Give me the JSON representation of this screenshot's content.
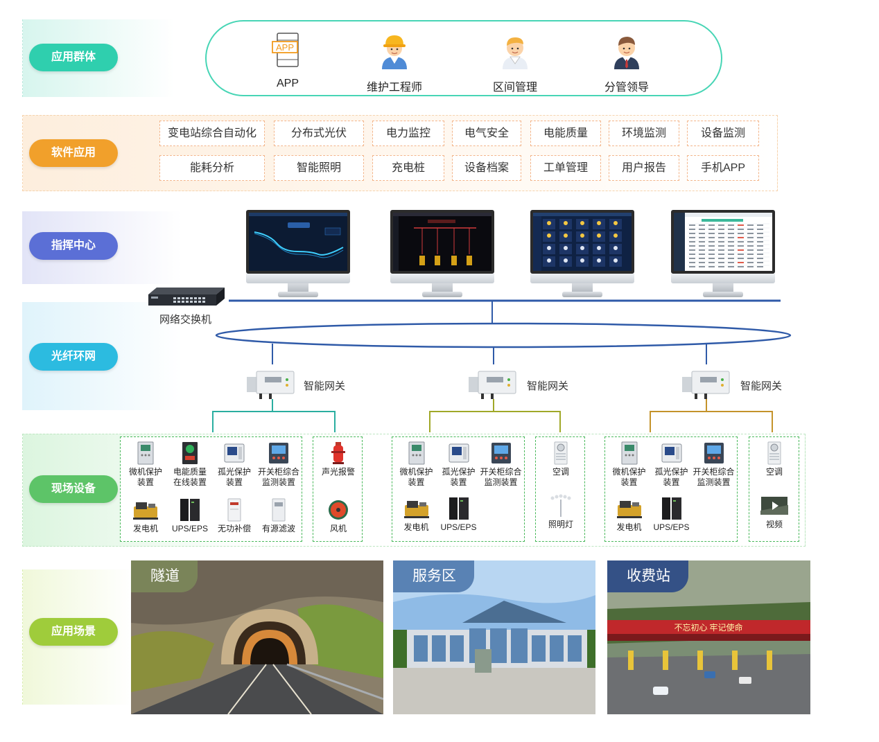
{
  "layers": {
    "user": "应用群体",
    "software": "软件应用",
    "command": "指挥中心",
    "fiber": "光纤环网",
    "field": "现场设备",
    "scene": "应用场景"
  },
  "layer_colors": {
    "user": "#2fcfae",
    "software": "#f1a02b",
    "command": "#5b6fd6",
    "fiber": "#2cbbe0",
    "field": "#5dc468",
    "scene": "#9fcc3b"
  },
  "users": [
    {
      "label": "APP",
      "icon": "app-icon"
    },
    {
      "label": "维护工程师",
      "icon": "engineer-avatar-icon"
    },
    {
      "label": "区间管理",
      "icon": "manager-avatar-icon"
    },
    {
      "label": "分管领导",
      "icon": "leader-avatar-icon"
    }
  ],
  "app_badge": "APP",
  "software_row1": [
    "变电站综合自动化",
    "分布式光伏",
    "电力监控",
    "电气安全",
    "电能质量",
    "环境监测",
    "设备监测"
  ],
  "software_row2": [
    "能耗分析",
    "智能照明",
    "充电桩",
    "设备档案",
    "工单管理",
    "用户报告",
    "手机APP"
  ],
  "network_switch": "网络交换机",
  "gateway_label": "智能网关",
  "group1_main": [
    {
      "label": "微机保护\n装置",
      "icon": "microcomputer-protection-icon"
    },
    {
      "label": "电能质量\n在线装置",
      "icon": "power-quality-device-icon"
    },
    {
      "label": "孤光保护\n装置",
      "icon": "arc-protection-icon"
    },
    {
      "label": "开关柜综合\n监测装置",
      "icon": "switchgear-monitor-icon"
    },
    {
      "label": "发电机",
      "icon": "generator-icon"
    },
    {
      "label": "UPS/EPS",
      "icon": "ups-eps-icon"
    },
    {
      "label": "无功补偿",
      "icon": "reactive-compensation-icon"
    },
    {
      "label": "有源滤波",
      "icon": "active-filter-icon"
    }
  ],
  "group1_side": [
    {
      "label": "声光报警",
      "icon": "alarm-icon"
    },
    {
      "label": "风机",
      "icon": "fan-icon"
    }
  ],
  "group2_main": [
    {
      "label": "微机保护\n装置",
      "icon": "microcomputer-protection-icon"
    },
    {
      "label": "孤光保护\n装置",
      "icon": "arc-protection-icon"
    },
    {
      "label": "开关柜综合\n监测装置",
      "icon": "switchgear-monitor-icon"
    },
    {
      "label": "发电机",
      "icon": "generator-icon"
    },
    {
      "label": "UPS/EPS",
      "icon": "ups-eps-icon"
    }
  ],
  "group2_side": [
    {
      "label": "空调",
      "icon": "air-conditioner-icon"
    },
    {
      "label": "照明灯",
      "icon": "lighting-icon"
    }
  ],
  "group3_main": [
    {
      "label": "微机保护\n装置",
      "icon": "microcomputer-protection-icon"
    },
    {
      "label": "孤光保护\n装置",
      "icon": "arc-protection-icon"
    },
    {
      "label": "开关柜综合\n监测装置",
      "icon": "switchgear-monitor-icon"
    },
    {
      "label": "发电机",
      "icon": "generator-icon"
    },
    {
      "label": "UPS/EPS",
      "icon": "ups-eps-icon"
    }
  ],
  "group3_side": [
    {
      "label": "空调",
      "icon": "air-conditioner-icon"
    },
    {
      "label": "视频",
      "icon": "video-camera-icon"
    }
  ],
  "scenes": [
    {
      "label": "隧道",
      "color": "#7d8a5a"
    },
    {
      "label": "服务区",
      "color": "#4f79ad"
    },
    {
      "label": "收费站",
      "color": "#2b4a86"
    }
  ],
  "toll_banner": "不忘初心 牢记使命"
}
